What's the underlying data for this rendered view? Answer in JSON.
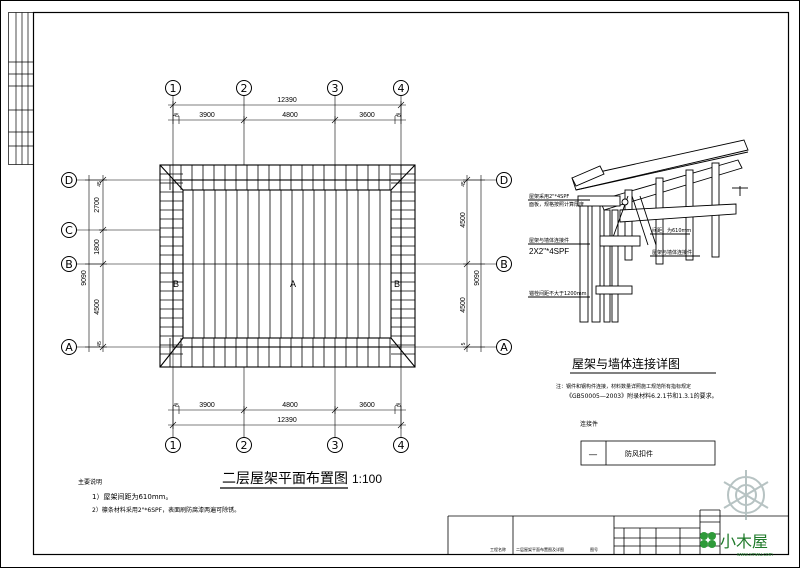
{
  "plan": {
    "title": "二层屋架平面布置图",
    "scale": "1:100",
    "total_width": "12390",
    "total_depth": "9090",
    "grid_x": [
      "1",
      "2",
      "3",
      "4"
    ],
    "grid_y": [
      "D",
      "C",
      "B",
      "A"
    ],
    "spans_x": [
      "3900",
      "4800",
      "3600"
    ],
    "spans_y_left": [
      "2700",
      "1800",
      "4500"
    ],
    "spans_y_right": [
      "4500",
      "4500"
    ],
    "end_offset": "45",
    "end_offset_small": "5",
    "label_a": "A",
    "label_b": "B"
  },
  "notes": {
    "heading": "主要说明",
    "line1": "1）屋架间距为610mm。",
    "line2": "2）檩条材料采用2\"*6SPF，表面刷防腐漆两遍可除锈。"
  },
  "detail": {
    "title": "屋架与墙体连接详图",
    "label_member": "2X2\"*4SPF",
    "label_top": "屋架采用2\"*4SPF",
    "label_top2": "面板，规格按照计算厚度",
    "label_spacing": "间距，为610mm",
    "label_plate": "屋架与墙体连接件",
    "label_anchor": "锚栓间距不大于1200mm",
    "note1": "注：钢件和钢构件连接，材料数量详照施工规范所有指标规定",
    "note2": "《GB50005—2003》附录材料6.2.1节和1.3.1的要求。"
  },
  "connector": {
    "heading": "连接件",
    "mark": "—",
    "name": "防风扣件"
  },
  "title_block": {
    "drawing_title": "二层屋架平面布置图及详图",
    "cell1": "工程名称",
    "cell2": "图号"
  },
  "watermark": {
    "text": "小木屋",
    "url": "www.xmwu.com"
  }
}
